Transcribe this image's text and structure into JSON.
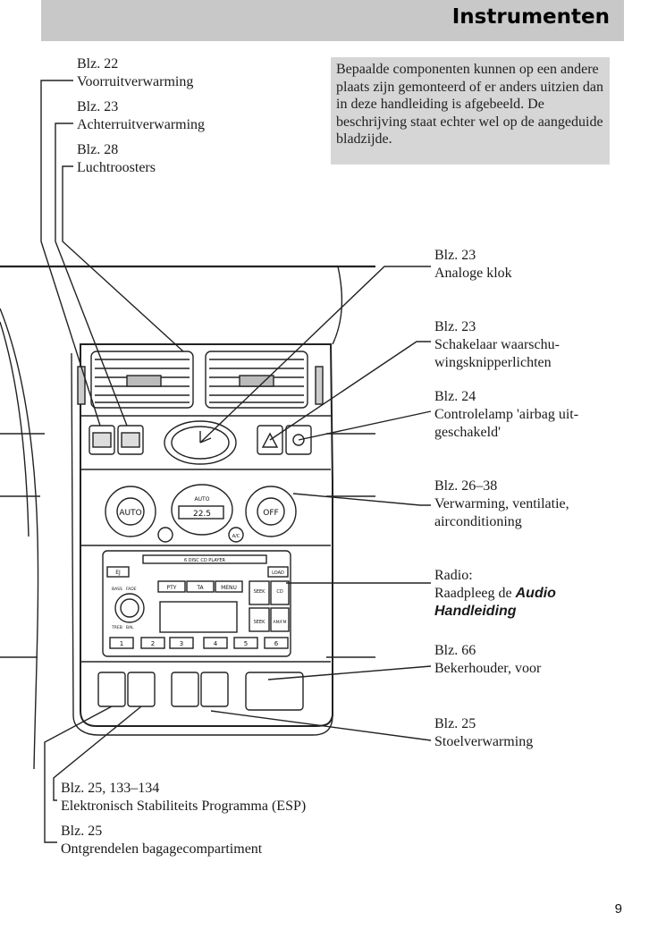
{
  "header": {
    "title": "Instrumenten"
  },
  "note": "Bepaalde componenten kunnen op een andere plaats zijn gemonteerd of er anders uitzien dan in deze handleiding is afgebeeld. De beschrijving staat echter wel op de aangeduide bladzijde.",
  "labels_left": [
    {
      "ref": "Blz. 22",
      "text": "Voorruitverwarming"
    },
    {
      "ref": "Blz. 23",
      "text": "Achterruitverwarming"
    },
    {
      "ref": "Blz. 28",
      "text": "Luchtroosters"
    }
  ],
  "labels_right": [
    {
      "ref": "Blz. 23",
      "text": "Analoge klok"
    },
    {
      "ref": "Blz. 23",
      "line1": "Schakelaar waarschu-",
      "line2": "wingsknipperlichten"
    },
    {
      "ref": "Blz. 24",
      "line1": "Controlelamp 'airbag uit-",
      "line2": "geschakeld'"
    },
    {
      "ref": "Blz. 26–38",
      "line1": "Verwarming, ventilatie,",
      "line2": "airconditioning"
    },
    {
      "ref": "Radio:",
      "line1": "Raadpleeg de",
      "em1": "Audio",
      "em2": "Handleiding"
    },
    {
      "ref": "Blz. 66",
      "text": "Bekerhouder, voor"
    },
    {
      "ref": "Blz. 25",
      "text": "Stoelverwarming"
    }
  ],
  "labels_bottom": [
    {
      "ref": "Blz. 25, 133–134",
      "text": "Elektronisch Stabiliteits Programma (ESP)"
    },
    {
      "ref": "Blz. 25",
      "text": "Ontgrendelen bagagecompartiment"
    }
  ],
  "console": {
    "climate_left_knob": "AUTO",
    "climate_right_knob": "OFF",
    "climate_display": "22.5",
    "climate_display_mode": "AUTO",
    "ac_button": "A/C",
    "radio_top_label": "6 DISC CD PLAYER",
    "radio_buttons": [
      "PTY",
      "TA",
      "MENU"
    ],
    "radio_side_buttons": [
      "LOAD",
      "SEEK",
      "CD",
      "SEEK",
      "AM/FM"
    ],
    "radio_left_buttons": [
      "EJ",
      "BASS",
      "FADE",
      "TREB",
      "BAL"
    ],
    "presets": [
      "1",
      "2",
      "3",
      "4",
      "5",
      "6"
    ]
  },
  "page_number": "9"
}
